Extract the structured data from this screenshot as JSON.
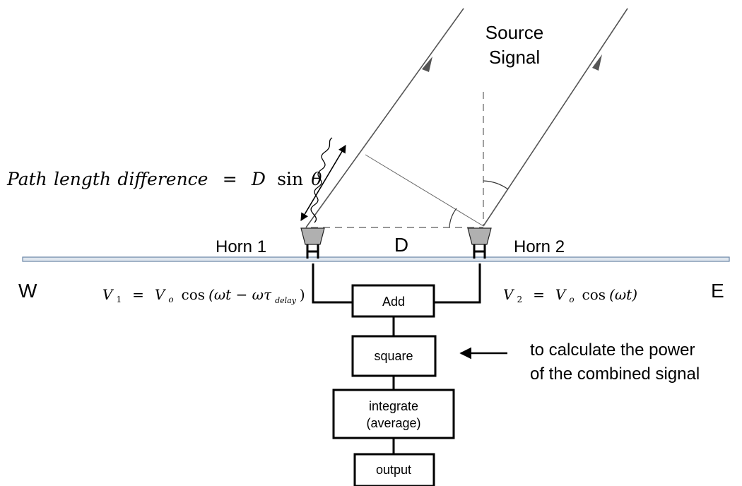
{
  "title_lines": [
    "Source",
    "Signal"
  ],
  "path_label": {
    "words": [
      "Path",
      "length",
      "difference",
      "=",
      "D",
      "sin",
      "θ"
    ]
  },
  "horn1_label": "Horn 1",
  "horn2_label": "Horn 2",
  "baseline_label": "D",
  "west_label": "W",
  "east_label": "E",
  "v1": {
    "V": "V",
    "sub": "1",
    "eq": "=",
    "Vo": "V",
    "o": "o",
    "cos": "cos",
    "args": "(ωt − ωτ",
    "tau_sub": "delay",
    "close": ")"
  },
  "v2": {
    "V": "V",
    "sub": "2",
    "eq": "=",
    "Vo": "V",
    "o": "o",
    "cos": "cos",
    "args": "(ωt)"
  },
  "blocks": {
    "add": "Add",
    "square": "square",
    "integrate_lines": [
      "integrate",
      "(average)"
    ],
    "output": "output"
  },
  "power_note_lines": [
    "to calculate the power",
    "of the combined signal"
  ],
  "colors": {
    "ground_line": "#6a86a6",
    "horn_fill": "#b0b0b0",
    "ray": "#555555"
  }
}
